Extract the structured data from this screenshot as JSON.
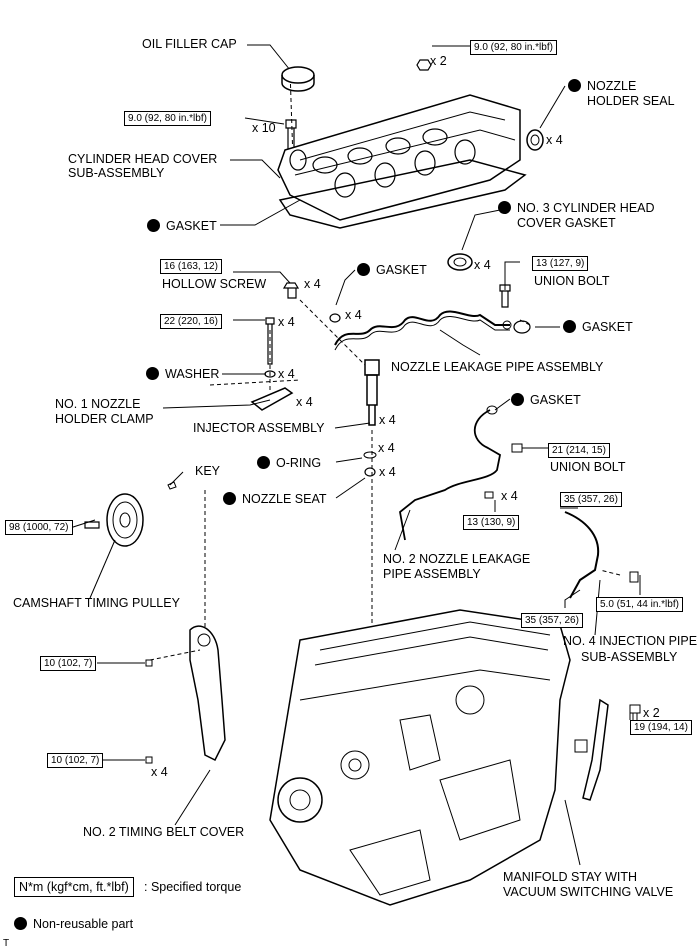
{
  "labels": {
    "oil_filler_cap": "OIL FILLER CAP",
    "nozzle_holder_seal_1": "NOZZLE",
    "nozzle_holder_seal_2": "HOLDER SEAL",
    "cyl_head_cover_1": "CYLINDER HEAD COVER",
    "cyl_head_cover_2": "SUB-ASSEMBLY",
    "gasket_main": "GASKET",
    "no3_gasket_1": "NO. 3 CYLINDER HEAD",
    "no3_gasket_2": "COVER GASKET",
    "gasket_hollow": "GASKET",
    "hollow_screw": "HOLLOW SCREW",
    "union_bolt_top": "UNION BOLT",
    "gasket_union": "GASKET",
    "nozzle_leakage_pipe": "NOZZLE LEAKAGE PIPE ASSEMBLY",
    "washer": "WASHER",
    "no1_clamp_1": "NO. 1 NOZZLE",
    "no1_clamp_2": "HOLDER CLAMP",
    "injector": "INJECTOR ASSEMBLY",
    "gasket_no2": "GASKET",
    "union_bolt_mid": "UNION BOLT",
    "o_ring": "O-RING",
    "key": "KEY",
    "nozzle_seat": "NOZZLE SEAT",
    "no2_leak_1": "NO. 2 NOZZLE LEAKAGE",
    "no2_leak_2": "PIPE ASSEMBLY",
    "camshaft_pulley": "CAMSHAFT TIMING PULLEY",
    "no4_pipe_1": "NO. 4 INJECTION PIPE",
    "no4_pipe_2": "SUB-ASSEMBLY",
    "no2_belt_cover": "NO. 2 TIMING BELT COVER",
    "manifold_1": "MANIFOLD STAY WITH",
    "manifold_2": "VACUUM SWITCHING VALVE"
  },
  "torques": {
    "t_cover_nut": "9.0 (92, 80 in.*lbf)",
    "t_cover_bolt": "9.0 (92, 80 in.*lbf)",
    "t_hollow": "16 (163, 12)",
    "t_union_top": "13 (127, 9)",
    "t_clamp": "22 (220, 16)",
    "t_union_mid": "21 (214, 15)",
    "t_pulley": "98 (1000, 72)",
    "t_no2_bolt": "13 (130, 9)",
    "t_no4_top": "35 (357, 26)",
    "t_no4_bot": "35 (357, 26)",
    "t_no4_clamp": "5.0 (51, 44 in.*lbf)",
    "t_cover1": "10 (102, 7)",
    "t_cover2": "10 (102, 7)",
    "t_manifold": "19 (194, 14)"
  },
  "quantities": {
    "q_nut": "x 2",
    "q_bolt10": "x 10",
    "q_seal": "x 4",
    "q_no3": "x 4",
    "q_hollow": "x 4",
    "q_gasket_h": "x 4",
    "q_clamp_bolt": "x 4",
    "q_washer": "x 4",
    "q_clamp": "x 4",
    "q_injector": "x 4",
    "q_oring": "x 4",
    "q_seat": "x 4",
    "q_no2_bolt": "x 4",
    "q_cover": "x 4",
    "q_manifold": "x 2"
  },
  "legend": {
    "torque_box": "N*m (kgf*cm, ft.*lbf)",
    "torque_text": ": Specified torque",
    "nonreusable": "Non-reusable part"
  },
  "footer_mark": "T"
}
